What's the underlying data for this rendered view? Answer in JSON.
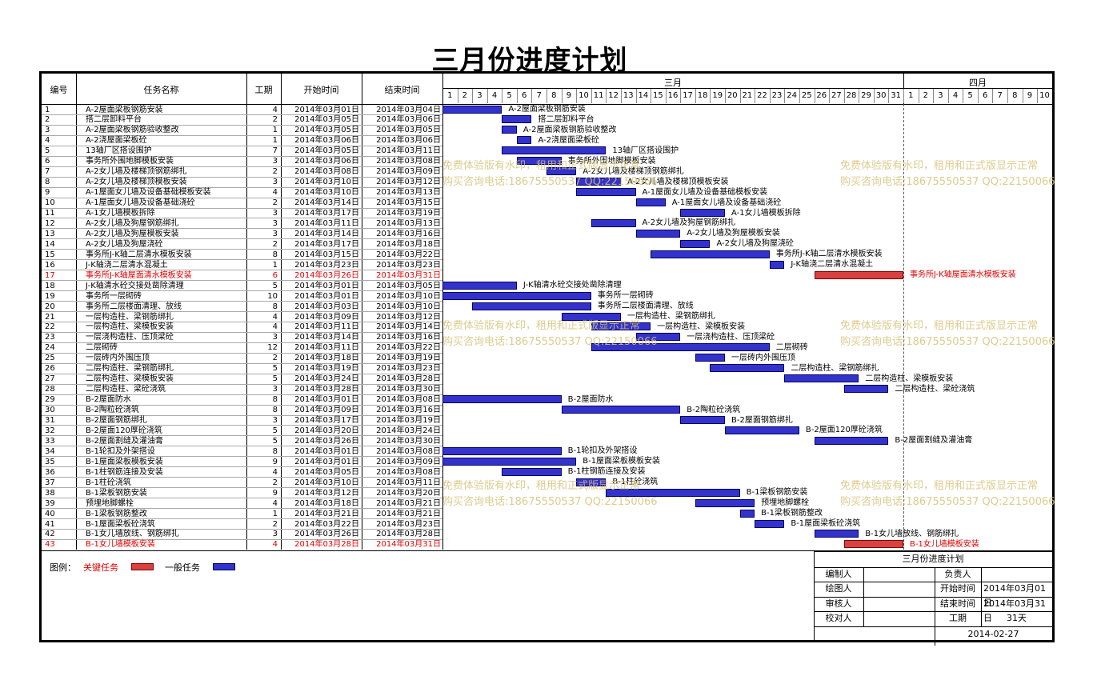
{
  "title": "三月份进度计划",
  "headers": {
    "id": "编号",
    "name": "任务名称",
    "duration": "工期",
    "start": "开始时间",
    "end": "结束时间",
    "month1": "三月",
    "month2": "四月"
  },
  "months": [
    {
      "name": "三月",
      "days": 31
    },
    {
      "name": "四月",
      "days": 10
    }
  ],
  "legend": {
    "label": "图例：",
    "critical_label": "关键任务",
    "normal_label": "一般任务"
  },
  "colors": {
    "critical": "#d94040",
    "normal": "#3333cc",
    "critical_text": "#e00000",
    "watermark": "#d8c27a"
  },
  "watermark": {
    "line1": "免费体验版有水印，租用和正式版显示正常",
    "line2": "购买咨询电话:18675550537 QQ:22150066"
  },
  "info_box": {
    "title": "三月份进度计划",
    "labels": [
      "编制人",
      "绘图人",
      "审核人",
      "校对人"
    ],
    "right_labels": [
      "负责人",
      "开始时间",
      "结束时间",
      "工期"
    ],
    "right_values": [
      "",
      "2014年03月01日",
      "2014年03月31日",
      "31天"
    ],
    "date": "2014-02-27"
  },
  "chart_data": {
    "type": "gantt",
    "title": "三月份进度计划",
    "x_axis": "2014年03月01日 – 2014年04月10日",
    "tasks": [
      {
        "id": "1",
        "name": "A-2屋面梁板钢筋安装",
        "duration": "4",
        "start": "2014年03月01日",
        "end": "2014年03月04日",
        "s": 1,
        "e": 4,
        "critical": false
      },
      {
        "id": "2",
        "name": "搭二层卸料平台",
        "duration": "2",
        "start": "2014年03月05日",
        "end": "2014年03月06日",
        "s": 5,
        "e": 6,
        "critical": false
      },
      {
        "id": "3",
        "name": "A-2屋面梁板钢筋验收整改",
        "duration": "1",
        "start": "2014年03月05日",
        "end": "2014年03月05日",
        "s": 5,
        "e": 5,
        "critical": false
      },
      {
        "id": "4",
        "name": "A-2浇屋面梁板砼",
        "duration": "1",
        "start": "2014年03月06日",
        "end": "2014年03月06日",
        "s": 6,
        "e": 6,
        "critical": false
      },
      {
        "id": "5",
        "name": "13轴厂区搭设围护",
        "duration": "7",
        "start": "2014年03月05日",
        "end": "2014年03月11日",
        "s": 5,
        "e": 11,
        "critical": false
      },
      {
        "id": "6",
        "name": "事务所外围地脚模板安装",
        "duration": "3",
        "start": "2014年03月06日",
        "end": "2014年03月08日",
        "s": 6,
        "e": 8,
        "critical": false
      },
      {
        "id": "7",
        "name": "A-2女儿墙及楼梯顶钢筋绑扎",
        "duration": "2",
        "start": "2014年03月08日",
        "end": "2014年03月09日",
        "s": 8,
        "e": 9,
        "critical": false
      },
      {
        "id": "8",
        "name": "A-2女儿墙及楼梯顶模板安装",
        "duration": "3",
        "start": "2014年03月10日",
        "end": "2014年03月12日",
        "s": 10,
        "e": 12,
        "critical": false
      },
      {
        "id": "9",
        "name": "A-1屋面女儿墙及设备基础模板安装",
        "duration": "4",
        "start": "2014年03月10日",
        "end": "2014年03月13日",
        "s": 10,
        "e": 13,
        "critical": false
      },
      {
        "id": "10",
        "name": "A-1屋面女儿墙及设备基础浇砼",
        "duration": "2",
        "start": "2014年03月14日",
        "end": "2014年03月15日",
        "s": 14,
        "e": 15,
        "critical": false
      },
      {
        "id": "11",
        "name": "A-1女儿墙模板拆除",
        "duration": "3",
        "start": "2014年03月17日",
        "end": "2014年03月19日",
        "s": 17,
        "e": 19,
        "critical": false
      },
      {
        "id": "12",
        "name": "A-2女儿墙及狗屋钢筋绑扎",
        "duration": "3",
        "start": "2014年03月11日",
        "end": "2014年03月13日",
        "s": 11,
        "e": 13,
        "critical": false
      },
      {
        "id": "13",
        "name": "A-2女儿墙及狗屋模板安装",
        "duration": "3",
        "start": "2014年03月14日",
        "end": "2014年03月16日",
        "s": 14,
        "e": 16,
        "critical": false
      },
      {
        "id": "14",
        "name": "A-2女儿墙及狗屋浇砼",
        "duration": "2",
        "start": "2014年03月17日",
        "end": "2014年03月18日",
        "s": 17,
        "e": 18,
        "critical": false
      },
      {
        "id": "15",
        "name": "事务所J-K轴二层清水模板安装",
        "duration": "8",
        "start": "2014年03月15日",
        "end": "2014年03月22日",
        "s": 15,
        "e": 22,
        "critical": false
      },
      {
        "id": "16",
        "name": "J-K轴浇二层清水混凝土",
        "duration": "1",
        "start": "2014年03月23日",
        "end": "2014年03月23日",
        "s": 23,
        "e": 23,
        "critical": false
      },
      {
        "id": "17",
        "name": "事务所J-K轴屋面清水模板安装",
        "duration": "6",
        "start": "2014年03月26日",
        "end": "2014年03月31日",
        "s": 26,
        "e": 31,
        "critical": true
      },
      {
        "id": "18",
        "name": "J-K轴清水砼交接处凿除清理",
        "duration": "5",
        "start": "2014年03月01日",
        "end": "2014年03月05日",
        "s": 1,
        "e": 5,
        "critical": false
      },
      {
        "id": "19",
        "name": "事务所一层砌砖",
        "duration": "10",
        "start": "2014年03月01日",
        "end": "2014年03月10日",
        "s": 1,
        "e": 10,
        "critical": false
      },
      {
        "id": "20",
        "name": "事务所二层楼面清理、放线",
        "duration": "8",
        "start": "2014年03月03日",
        "end": "2014年03月10日",
        "s": 3,
        "e": 10,
        "critical": false
      },
      {
        "id": "21",
        "name": "一层构造柱、梁钢筋绑扎",
        "duration": "4",
        "start": "2014年03月09日",
        "end": "2014年03月12日",
        "s": 9,
        "e": 12,
        "critical": false
      },
      {
        "id": "22",
        "name": "一层构造柱、梁模板安装",
        "duration": "4",
        "start": "2014年03月11日",
        "end": "2014年03月14日",
        "s": 11,
        "e": 14,
        "critical": false
      },
      {
        "id": "23",
        "name": "一层浇构造柱、压顶梁砼",
        "duration": "3",
        "start": "2014年03月14日",
        "end": "2014年03月16日",
        "s": 14,
        "e": 16,
        "critical": false
      },
      {
        "id": "24",
        "name": "二层砌砖",
        "duration": "12",
        "start": "2014年03月11日",
        "end": "2014年03月22日",
        "s": 11,
        "e": 22,
        "critical": false
      },
      {
        "id": "25",
        "name": "一层砖内外围压顶",
        "duration": "2",
        "start": "2014年03月18日",
        "end": "2014年03月19日",
        "s": 18,
        "e": 19,
        "critical": false
      },
      {
        "id": "26",
        "name": "二层构造柱、梁钢筋绑扎",
        "duration": "5",
        "start": "2014年03月19日",
        "end": "2014年03月23日",
        "s": 19,
        "e": 23,
        "critical": false
      },
      {
        "id": "27",
        "name": "二层构造柱、梁模板安装",
        "duration": "5",
        "start": "2014年03月24日",
        "end": "2014年03月28日",
        "s": 24,
        "e": 28,
        "critical": false
      },
      {
        "id": "28",
        "name": "二层构造柱、梁砼浇筑",
        "duration": "3",
        "start": "2014年03月28日",
        "end": "2014年03月30日",
        "s": 28,
        "e": 30,
        "critical": false
      },
      {
        "id": "29",
        "name": "B-2屋面防水",
        "duration": "8",
        "start": "2014年03月01日",
        "end": "2014年03月08日",
        "s": 1,
        "e": 8,
        "critical": false
      },
      {
        "id": "30",
        "name": "B-2陶粒砼浇筑",
        "duration": "8",
        "start": "2014年03月09日",
        "end": "2014年03月16日",
        "s": 9,
        "e": 16,
        "critical": false
      },
      {
        "id": "31",
        "name": "B-2屋面钢筋绑扎",
        "duration": "3",
        "start": "2014年03月17日",
        "end": "2014年03月19日",
        "s": 17,
        "e": 19,
        "critical": false
      },
      {
        "id": "32",
        "name": "B-2屋面120厚砼浇筑",
        "duration": "5",
        "start": "2014年03月20日",
        "end": "2014年03月24日",
        "s": 20,
        "e": 24,
        "critical": false
      },
      {
        "id": "33",
        "name": "B-2屋面割缝及灌油膏",
        "duration": "5",
        "start": "2014年03月26日",
        "end": "2014年03月30日",
        "s": 26,
        "e": 30,
        "critical": false
      },
      {
        "id": "34",
        "name": "B-1轮扣及外架搭设",
        "duration": "8",
        "start": "2014年03月01日",
        "end": "2014年03月08日",
        "s": 1,
        "e": 8,
        "critical": false
      },
      {
        "id": "35",
        "name": "B-1屋面梁板模板安装",
        "duration": "9",
        "start": "2014年03月01日",
        "end": "2014年03月09日",
        "s": 1,
        "e": 9,
        "critical": false
      },
      {
        "id": "36",
        "name": "B-1柱钢筋连接及安装",
        "duration": "4",
        "start": "2014年03月05日",
        "end": "2014年03月08日",
        "s": 5,
        "e": 8,
        "critical": false
      },
      {
        "id": "37",
        "name": "B-1柱砼浇筑",
        "duration": "2",
        "start": "2014年03月10日",
        "end": "2014年03月11日",
        "s": 10,
        "e": 11,
        "critical": false
      },
      {
        "id": "38",
        "name": "B-1梁板钢筋安装",
        "duration": "9",
        "start": "2014年03月12日",
        "end": "2014年03月20日",
        "s": 12,
        "e": 20,
        "critical": false
      },
      {
        "id": "39",
        "name": "预埋地脚螺栓",
        "duration": "4",
        "start": "2014年03月18日",
        "end": "2014年03月21日",
        "s": 18,
        "e": 21,
        "critical": false
      },
      {
        "id": "40",
        "name": "B-1梁板钢筋整改",
        "duration": "1",
        "start": "2014年03月21日",
        "end": "2014年03月21日",
        "s": 21,
        "e": 21,
        "critical": false
      },
      {
        "id": "41",
        "name": "B-1屋面梁板砼浇筑",
        "duration": "2",
        "start": "2014年03月22日",
        "end": "2014年03月23日",
        "s": 22,
        "e": 23,
        "critical": false
      },
      {
        "id": "42",
        "name": "B-1女儿墙放线、钢筋绑扎",
        "duration": "3",
        "start": "2014年03月26日",
        "end": "2014年03月28日",
        "s": 26,
        "e": 28,
        "critical": false
      },
      {
        "id": "43",
        "name": "B-1女儿墙模板安装",
        "duration": "4",
        "start": "2014年03月28日",
        "end": "2014年03月31日",
        "s": 28,
        "e": 31,
        "critical": true
      }
    ]
  }
}
